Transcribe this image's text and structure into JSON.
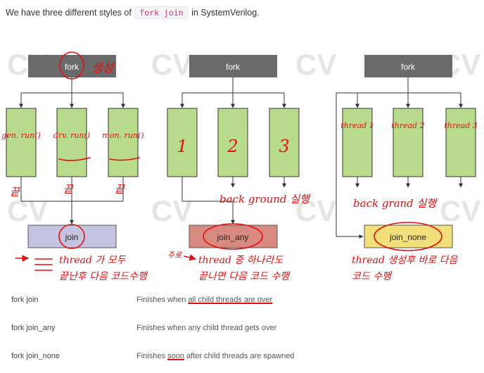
{
  "intro": {
    "prefix": "We have three different styles of",
    "code": "fork join",
    "suffix": "in SystemVerilog."
  },
  "watermark": {
    "text": "CV"
  },
  "diagrams": [
    {
      "id": "fork-join",
      "fork_label": "fork",
      "threads": [
        "",
        "",
        ""
      ],
      "join_label": "join",
      "join_color": "#c5c3df",
      "annotations": {
        "fork": "생성",
        "threads": [
          "gen. run()",
          "drv. run()",
          "mon. run()"
        ],
        "ends": [
          "끝",
          "끝",
          "끝"
        ],
        "note_line1": "thread 가 모두",
        "note_line2": "끝난후 다음 코드수행"
      }
    },
    {
      "id": "fork-join-any",
      "fork_label": "fork",
      "threads": [
        "1",
        "2",
        "3"
      ],
      "join_label": "join_any",
      "join_color": "#d98a80",
      "annotations": {
        "background": "back ground 실행",
        "note_prefix": "주로",
        "note_line1": "thread 중 하나라도",
        "note_line2": "끝나면 다음 코드 수행"
      }
    },
    {
      "id": "fork-join-none",
      "fork_label": "fork",
      "threads": [
        "thread 1",
        "thread 2",
        "thread 3"
      ],
      "join_label": "join_none",
      "join_color": "#f4e07a",
      "annotations": {
        "background": "back grand 실행",
        "note_line1": "thread 생성후 바로 다음",
        "note_line2": "코드 수행"
      }
    }
  ],
  "colors": {
    "fork_box": "#6a6a6a",
    "thread_box": "#b9dc8c",
    "annotation": "#e01010"
  },
  "table": {
    "rows": [
      {
        "type": "fork join",
        "desc_1": "Finishes when ",
        "desc_u": "all child threads are over",
        "desc_2": ""
      },
      {
        "type": "fork join_any",
        "desc_1": "Finishes when any child thread gets over",
        "desc_u": "",
        "desc_2": ""
      },
      {
        "type": "fork join_none",
        "desc_1": "Finishes ",
        "desc_u": "soon",
        "desc_2": " after child threads are spawned"
      }
    ]
  }
}
